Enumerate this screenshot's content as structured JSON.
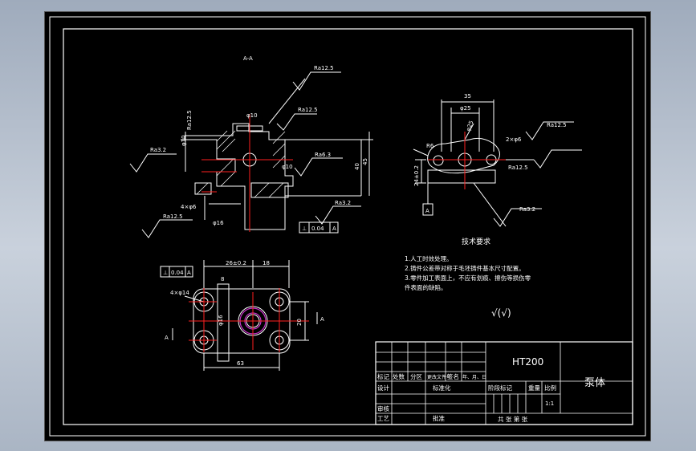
{
  "drawing": {
    "section_label": "A-A",
    "view_markers": {
      "left": "A",
      "right": "A",
      "datum": "A"
    },
    "roughness": {
      "ra125_top": "Ra12.5",
      "ra125_vert": "Ra12.5",
      "ra125_mid": "Ra12.5",
      "ra32_left": "Ra3.2",
      "ra125_bot": "Ra12.5",
      "ra32_bot": "Ra3.2",
      "ra63": "Ra6.3",
      "ra125_right": "Ra12.5",
      "ra125_right2": "Ra12.5",
      "ra32_right": "Ra3.2"
    },
    "dims": {
      "phi10": "φ10",
      "phi10_b": "φ10",
      "phi10_tol": "φ10",
      "phi16_tol": "φ16",
      "phi6": "4×φ6",
      "d40": "40",
      "d45": "45",
      "d35": "35",
      "d25": "φ25",
      "d25_angle": "φ25",
      "r6": "R6",
      "r6_right": "2×φ6",
      "d24": "24±0.2",
      "d26": "26±0.2",
      "d18": "18",
      "d8": "8",
      "d16": "φ16",
      "d20": "20",
      "d63": "63",
      "phi14": "4×φ14"
    },
    "tolerance_box": {
      "symbol": "⊥",
      "value": "0.04",
      "datum": "A"
    },
    "tolerance_box2": {
      "symbol": "⊥",
      "value": "0.04",
      "datum": "A"
    },
    "tech_title": "技术要求",
    "tech_notes": [
      "1.人工时效处理。",
      "2.铸件公差带对称于毛坯铸件基本尺寸配置。",
      "3.零件加工表面上，不应有划痕、擦伤等损伤零",
      "件表面的缺陷。"
    ],
    "roughness_note": "√(√)"
  },
  "title_block": {
    "material": "HT200",
    "part_name": "泵体",
    "scale_value": "1:1",
    "headers": [
      "标记",
      "处数",
      "分区",
      "更改文件号",
      "签名",
      "年、月、日"
    ],
    "row_design": "设计",
    "row_standard": "标准化",
    "row_check": "审核",
    "row_process": "工艺",
    "row_approve": "批准",
    "stage_mark": "阶段标记",
    "weight": "重量",
    "scale": "比例",
    "sheets": "共 张 第 张"
  },
  "colors": {
    "lines": "#ffffff",
    "center": "#ff2020",
    "thread": "#cc33cc",
    "background": "#000000"
  }
}
